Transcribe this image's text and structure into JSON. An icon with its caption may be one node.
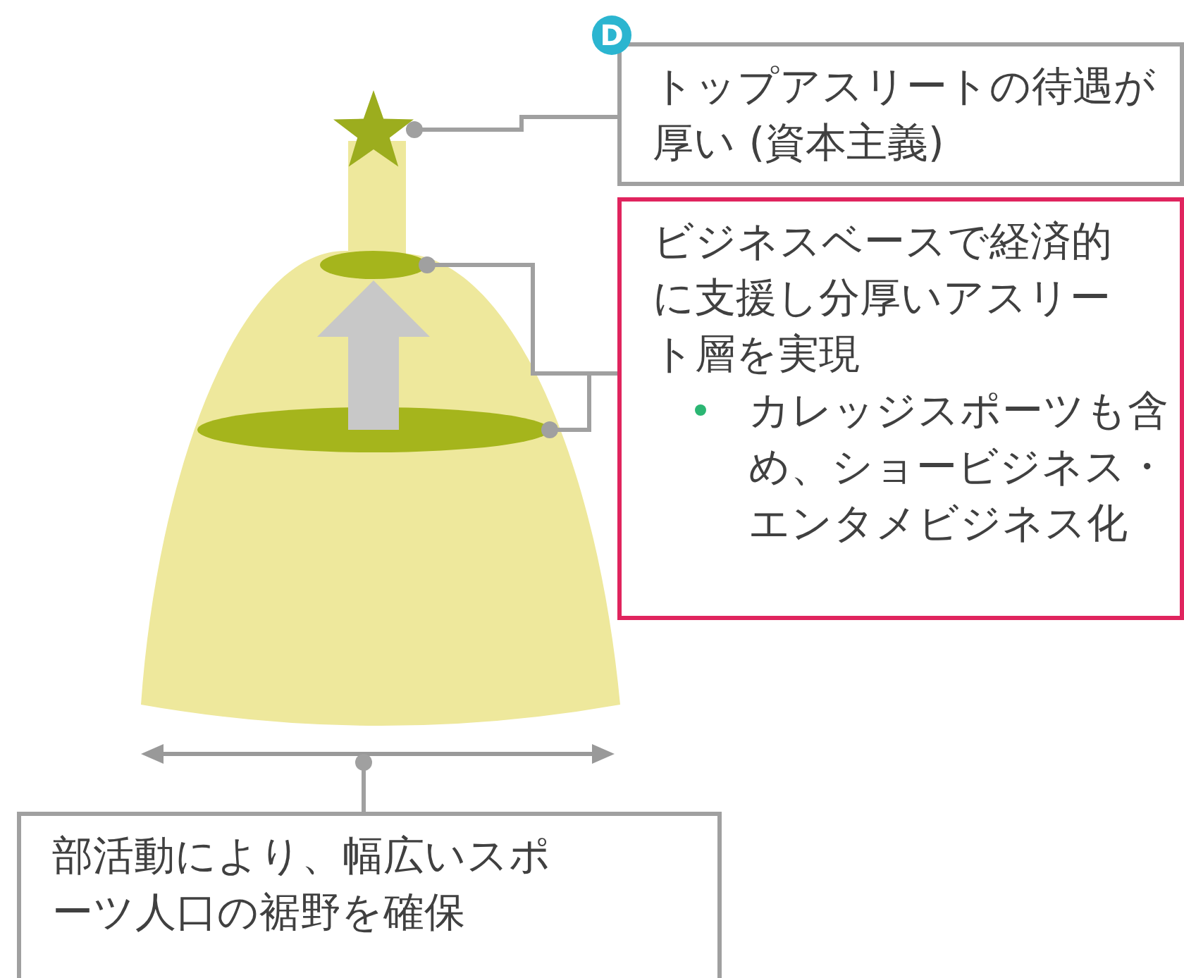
{
  "diagram": {
    "nodes": [
      {
        "text": [
          "トップアスリートの待遇が厚い (資本主義)"
        ]
      },
      {
        "text": [
          "ビジネスベースで経済的に支援し分厚いアスリート層を実現",
          "カレッジスポーツも含め、ショービジネス・エンタメビジネス化"
        ]
      },
      {
        "text": [
          "部活動により、幅広いスポーツ人口の裾野を確保"
        ]
      },
      {
        "text": [],
        "shape": "star"
      },
      {
        "text": [],
        "shape": "ellipse"
      },
      {
        "text": [],
        "shape": "ellipse"
      },
      {
        "text": [],
        "shape": "arrow"
      }
    ],
    "edges": [
      {
        "from": 0,
        "to": 3,
        "arrow": "other"
      },
      {
        "from": 1,
        "to": 4,
        "arrow": "other"
      },
      {
        "from": 1,
        "to": 5,
        "arrow": "other"
      },
      {
        "from": 2,
        "to": 6,
        "arrow": "other"
      },
      {
        "from": 5,
        "to": 4,
        "arrow": "to",
        "style": "thick",
        "color": "#c8c8c8"
      }
    ],
    "labels": [
      "D"
    ]
  }
}
